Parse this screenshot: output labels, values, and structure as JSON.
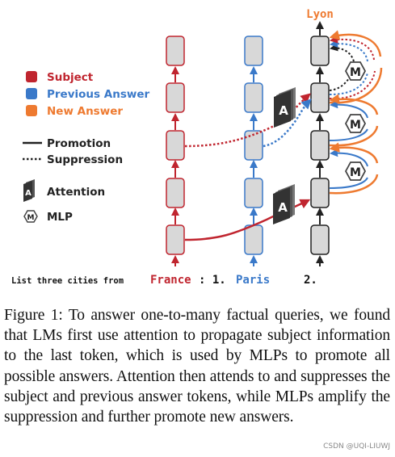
{
  "figure": {
    "output_token": "Lyon",
    "legend": {
      "subject": "Subject",
      "previous_answer": "Previous Answer",
      "new_answer": "New Answer",
      "promotion": "Promotion",
      "suppression": "Suppression",
      "attention": "Attention",
      "mlp": "MLP",
      "attention_glyph": "A",
      "mlp_glyph": "M"
    },
    "prompt": {
      "prefix": "List three cities from",
      "subject": "France",
      "middle": ": 1.",
      "answer": "Paris",
      "suffix": "2."
    },
    "colors": {
      "subject": "#c0252f",
      "previous_answer": "#3a79c9",
      "new_answer": "#ee7a30",
      "block_fill": "#d8d8d8"
    }
  },
  "caption": "Figure 1: To answer one-to-many factual queries, we found that LMs first use attention to propagate subject information to the last token, which is used by MLPs to promote all possible answers. Attention then attends to and suppresses the subject and previous answer tokens, while MLPs amplify the suppression and further promote new answers.",
  "watermark": "CSDN @UQI-LIUWJ"
}
